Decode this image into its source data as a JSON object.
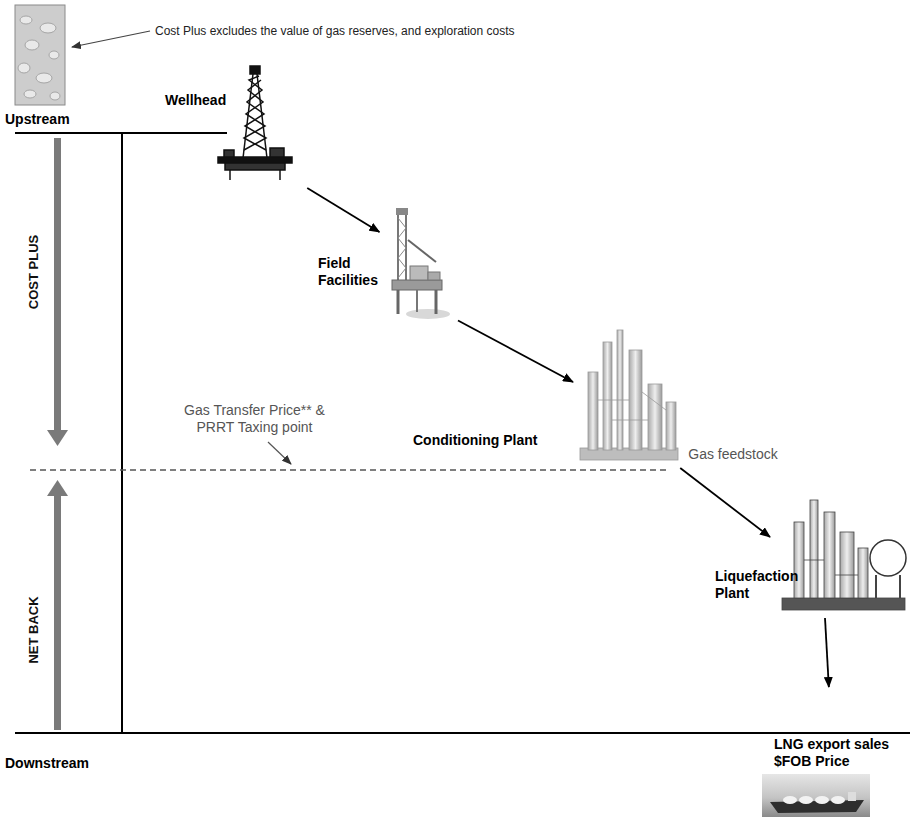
{
  "diagram": {
    "nodes": [
      {
        "text": [
          "Wellhead"
        ]
      },
      {
        "text": [
          "Field Facilities"
        ]
      },
      {
        "text": [
          "Conditioning Plant"
        ]
      },
      {
        "text": [
          "Liquefaction Plant"
        ]
      },
      {
        "text": [
          "LNG export sales $FOB Price"
        ]
      }
    ],
    "edges": [
      {
        "from": 0,
        "to": 1,
        "arrow": "to"
      },
      {
        "from": 1,
        "to": 2,
        "arrow": "to"
      },
      {
        "from": 2,
        "to": 3,
        "label": "Gas feedstock",
        "arrow": "to"
      },
      {
        "from": 3,
        "to": 4,
        "arrow": "to"
      }
    ],
    "labels": [
      "Cost Plus excludes the value of gas reserves, and exploration costs",
      "Upstream",
      "COST PLUS",
      "Gas Transfer Price** & PRRT Taxing point",
      "NET BACK",
      "Downstream"
    ]
  }
}
